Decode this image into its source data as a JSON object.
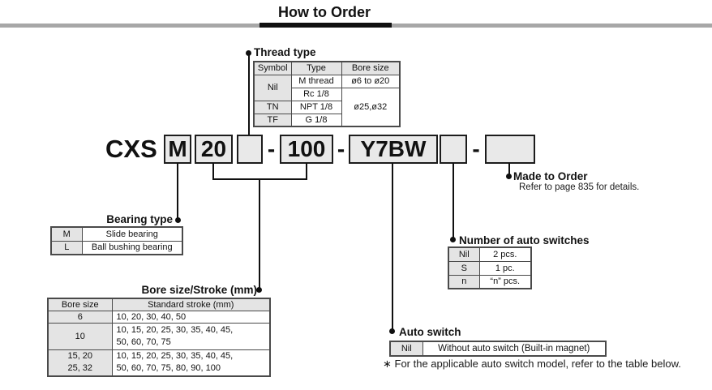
{
  "title": "How to Order",
  "colors": {
    "box_fill": "#e9e9e9",
    "table_header_fill": "#e4e4e4",
    "rule_gray": "#a7a7a7",
    "rule_black": "#101010"
  },
  "model_code": {
    "prefix": "CXS",
    "separator": "-",
    "segments": {
      "bearing": "M",
      "bore": "20",
      "thread": "",
      "stroke": "100",
      "auto_switch": "Y7BW",
      "switch_qty": "",
      "made_to_order": ""
    }
  },
  "sections": {
    "thread_type": {
      "label": "Thread type",
      "headers": [
        "Symbol",
        "Type",
        "Bore size"
      ],
      "cells": {
        "sym_nil": "Nil",
        "sym_tn": "TN",
        "sym_tf": "TF",
        "type_m": "M thread",
        "type_rc": "Rc 1/8",
        "type_npt": "NPT 1/8",
        "type_g": "G 1/8",
        "bore_small": "ø6 to ø20",
        "bore_large": "ø25,ø32"
      }
    },
    "bearing_type": {
      "label": "Bearing type",
      "rows": [
        {
          "symbol": "M",
          "desc": "Slide bearing"
        },
        {
          "symbol": "L",
          "desc": "Ball bushing bearing"
        }
      ]
    },
    "bore_stroke": {
      "label": "Bore size/Stroke (mm)",
      "headers": [
        "Bore size",
        "Standard stroke (mm)"
      ],
      "rows": [
        {
          "bore": [
            "6"
          ],
          "strokes": [
            "10, 20, 30, 40, 50"
          ]
        },
        {
          "bore": [
            "10"
          ],
          "strokes": [
            "10, 15, 20, 25, 30, 35, 40, 45,",
            "50, 60, 70, 75"
          ]
        },
        {
          "bore": [
            "15, 20",
            "25, 32"
          ],
          "strokes": [
            "10, 15, 20, 25, 30, 35, 40, 45,",
            "50, 60, 70, 75, 80, 90, 100"
          ]
        }
      ]
    },
    "switch_qty": {
      "label": "Number of auto switches",
      "rows": [
        {
          "symbol": "Nil",
          "desc": "2 pcs."
        },
        {
          "symbol": "S",
          "desc": "1 pc."
        },
        {
          "symbol": "n",
          "desc": "“n” pcs."
        }
      ]
    },
    "auto_switch": {
      "label": "Auto switch",
      "rows": [
        {
          "symbol": "Nil",
          "desc": "Without auto switch (Built-in magnet)"
        }
      ],
      "note": "∗ For the applicable auto switch model, refer to the table below."
    },
    "made_to_order": {
      "label": "Made to Order",
      "note": "Refer to page 835 for details."
    }
  }
}
